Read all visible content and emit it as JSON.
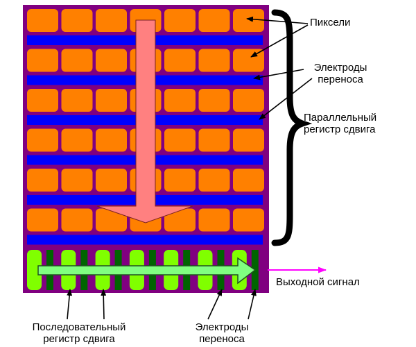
{
  "colors": {
    "chip_frame": "#800080",
    "pixel": "#ff8000",
    "transfer_electrode": "#0000ff",
    "serial_element": "#80ff00",
    "serial_electrode": "#006400",
    "vertical_arrow": "#ff8080",
    "horizontal_arrow": "#80ff80",
    "output_arrow": "#ff00ff",
    "brace": "#000000"
  },
  "grid": {
    "pixel_rows": 6,
    "pixel_columns": 7,
    "serial_elements": 7
  },
  "labels": {
    "pixels": "Пиксели",
    "transfer_electrodes": [
      "Электроды",
      "переноса"
    ],
    "parallel_register": [
      "Параллельный",
      "регистр сдвига"
    ],
    "output_signal": "Выходной сигнал",
    "serial_register": [
      "Последовательный",
      "регистр сдвига"
    ],
    "serial_electrodes": [
      "Электроды",
      "переноса"
    ]
  }
}
